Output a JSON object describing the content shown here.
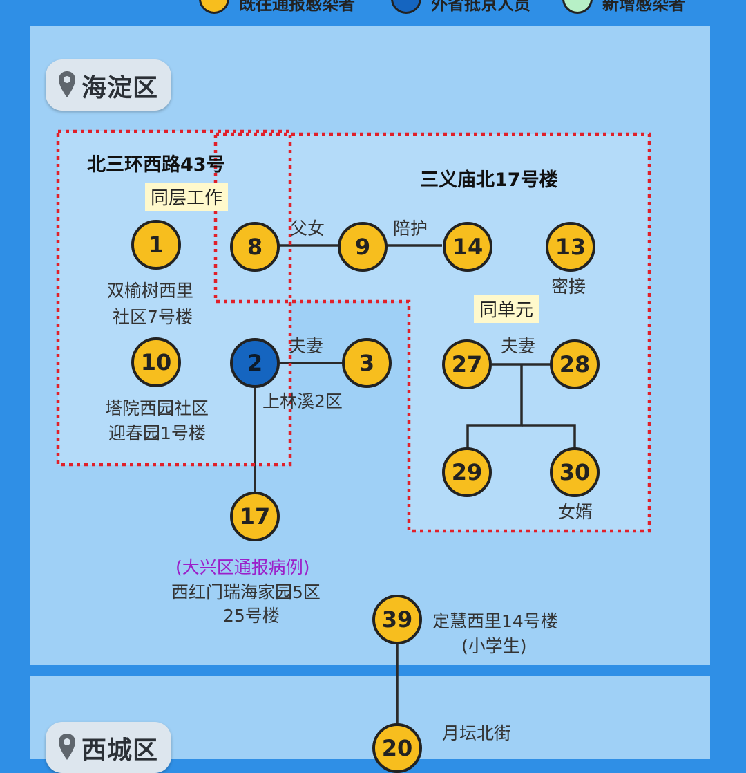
{
  "legend": [
    {
      "label": "既往通报感染者",
      "color": "#f7be1e"
    },
    {
      "label": "外省抵京人员",
      "color": "#1565c0"
    },
    {
      "label": "新增感染者",
      "color": "#b7f0c6"
    }
  ],
  "districts": {
    "haidian": "海淀区",
    "xicheng": "西城区"
  },
  "groups": {
    "beisanhuan": "北三环西路43号",
    "sanyimiao": "三义庙北17号楼"
  },
  "highlights": {
    "same_floor": "同层工作",
    "same_unit": "同单元"
  },
  "relations": {
    "father_daughter": "父女",
    "escort": "陪护",
    "couple_2_3": "夫妻",
    "couple_27_28": "夫妻",
    "close_contact": "密接",
    "son_in_law": "女婿"
  },
  "places": {
    "shuangyushu_1": "双榆树西里",
    "shuangyushu_2": "社区7号楼",
    "tayuan_1": "塔院西园社区",
    "tayuan_2": "迎春园1号楼",
    "shanglinxi": "上林溪2区",
    "daxing_note": "(大兴区通报病例)",
    "xihongmen_1": "西红门瑞海家园5区",
    "xihongmen_2": "25号楼",
    "dinghui_1": "定慧西里14号楼",
    "dinghui_2": "(小学生)",
    "yuetan": "月坛北街"
  },
  "cases": [
    {
      "id": "1",
      "type": "existing"
    },
    {
      "id": "8",
      "type": "existing"
    },
    {
      "id": "9",
      "type": "existing"
    },
    {
      "id": "14",
      "type": "existing"
    },
    {
      "id": "13",
      "type": "existing"
    },
    {
      "id": "10",
      "type": "existing"
    },
    {
      "id": "2",
      "type": "out-of-province"
    },
    {
      "id": "3",
      "type": "existing"
    },
    {
      "id": "27",
      "type": "existing"
    },
    {
      "id": "28",
      "type": "existing"
    },
    {
      "id": "29",
      "type": "existing"
    },
    {
      "id": "30",
      "type": "existing"
    },
    {
      "id": "17",
      "type": "existing"
    },
    {
      "id": "39",
      "type": "existing"
    },
    {
      "id": "20",
      "type": "existing"
    }
  ]
}
